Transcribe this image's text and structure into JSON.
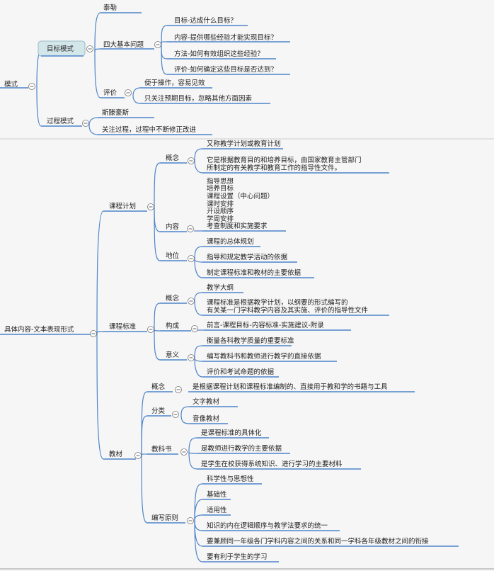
{
  "colors": {
    "connector": "#4d84c9",
    "background": "#f6f6f6",
    "selected_fill": "#d3e6ea",
    "selected_border": "#9bbcc4"
  },
  "nodes": {
    "moshi": "模式",
    "mubiao_moshi": "目标模式",
    "taiyong": "泰勒",
    "sige_jiben_wenti": "四大基本问题",
    "wenti_mubiao": "目标-达成什么目标？",
    "wenti_neirong": "内容-提供哪些经验才能实现目标？",
    "wenti_fangfa": "方法-如何有效组织这些经验？",
    "wenti_pingjia": "评价-如何确定这些目标是否达到？",
    "pingjia": "评价",
    "pingjia_youdian": "便于操作，容易见效",
    "pingjia_quedian": "只关注预期目标，忽略其他方面因素",
    "guocheng_moshi": "过程模式",
    "sitanhaosi": "斯滕豪斯",
    "guanzhu_guocheng": "关注过程，过程中不断修正改进",
    "juti_neirong": "具体内容-文本表现形式",
    "kecheng_jihua": "课程计划",
    "jh_gainian": "概念",
    "jh_gainian_1": "又称教学计划或教育计划",
    "jh_gainian_2a": "它是根据教育目的和培养目标，由国家教育主管部门",
    "jh_gainian_2b": "所制定的有关教学和教育工作的指导性文件。",
    "jh_neirong": "内容",
    "jh_nr_1": "指导思想",
    "jh_nr_2": "培养目标",
    "jh_nr_3": "课程设置（中心问题）",
    "jh_nr_4": "课时安排",
    "jh_nr_5": "开设顺序",
    "jh_nr_6": "学周安排",
    "jh_nr_7": "考查制度和实施要求",
    "jh_diwei": "地位",
    "jh_dw_1": "课程的总体规划",
    "jh_dw_2": "指导和规定教学活动的依据",
    "jh_dw_3": "制定课程标准和教材的主要依据",
    "kecheng_biaozhun": "课程标准",
    "bz_gainian": "概念",
    "bz_gn_1": "教学大纲",
    "bz_gn_2a": "课程标准是根据教学计划，以纲要的形式编写的",
    "bz_gn_2b": "有关某一门学科教学内容及其实施、评价的指导性文件",
    "bz_goucheng": "构成",
    "bz_gc_1": "前言-课程目标-内容标准-实施建议-附录",
    "bz_yiyi": "意义",
    "bz_yy_1": "衡量各科教学质量的重要标准",
    "bz_yy_2": "编写教科书和教师进行教学的直接依据",
    "bz_yy_3": "评价和考试命题的依据",
    "jiaocai": "教材",
    "jc_gainian": "概念",
    "jc_gn_1": "是根据课程计划和课程标准编制的、直接用于教和学的书籍与工具",
    "jc_fenlei": "分类",
    "jc_fl_1": "文字教材",
    "jc_fl_2": "音像教材",
    "jiaokeshu": "教科书",
    "jks_1": "是课程标准的具体化",
    "jks_2": "是教师进行教学的主要依据",
    "jks_3": "是学生在校获得系统知识、进行学习的主要材料",
    "bianxie_yuanze": "编写原则",
    "yz_1": "科学性与思想性",
    "yz_2": "基础性",
    "yz_3": "适用性",
    "yz_4": "知识的内在逻辑顺序与教学法要求的统一",
    "yz_5": "要兼顾同一年级各门学科内容之间的关系和同一学科各年级教材之间的衔接",
    "yz_6": "要有利于学生的学习"
  }
}
